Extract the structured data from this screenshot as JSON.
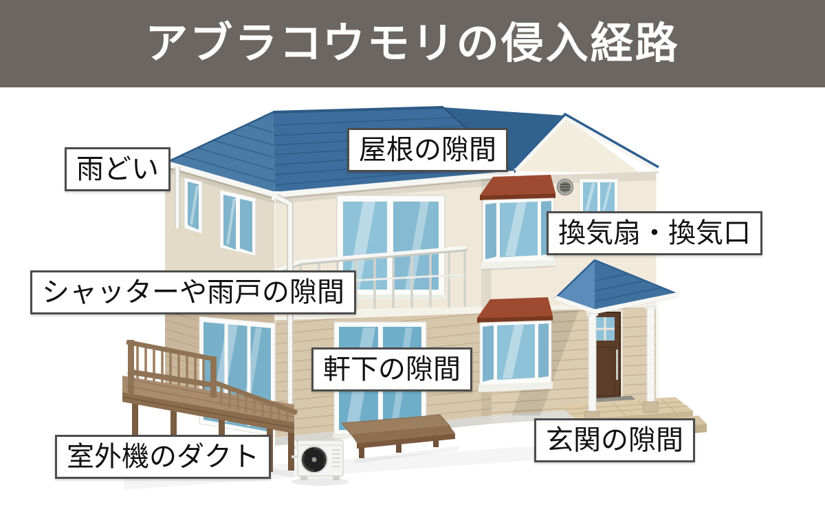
{
  "title": "アブラコウモリの侵入経路",
  "labels": [
    {
      "id": "rain-gutter",
      "text": "雨どい"
    },
    {
      "id": "roof-gap",
      "text": "屋根の隙間"
    },
    {
      "id": "vent-fan",
      "text": "換気扇・換気口"
    },
    {
      "id": "shutter-gap",
      "text": "シャッターや雨戸の隙間"
    },
    {
      "id": "under-eaves-gap",
      "text": "軒下の隙間"
    },
    {
      "id": "entrance-gap",
      "text": "玄関の隙間"
    },
    {
      "id": "ac-duct",
      "text": "室外機のダクト"
    }
  ],
  "illustration": {
    "subject": "二階建て住宅のイラスト",
    "colors": {
      "header_bg": "#6b6662",
      "title_text": "#ffffff",
      "label_bg": "#ffffff",
      "label_border": "#4c4c4c",
      "label_text": "#111111",
      "roof_blue": "#3c6d9c",
      "porch_roof_blue": "#5b8cba",
      "wall_cream": "#efe8d8",
      "siding_tan": "#d7c7ac",
      "bay_roof_red": "#9e4a31",
      "window_glass": "#8ec2d8",
      "deck_wood": "#a98c6d",
      "door_brown": "#5b3d29"
    }
  }
}
